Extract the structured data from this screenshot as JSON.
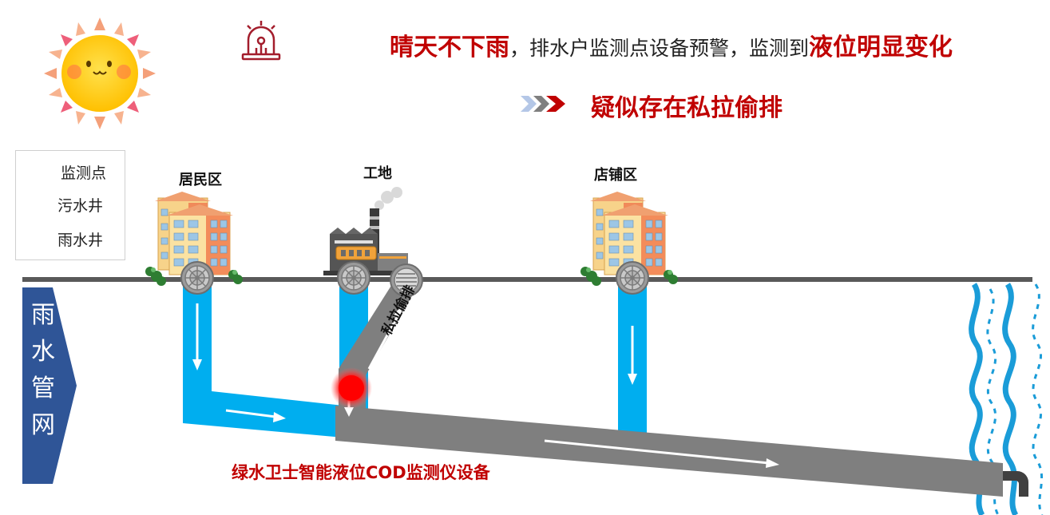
{
  "headline": {
    "part1": "晴天不下雨",
    "part2": "，排水户监测点设备预警，监测到",
    "part3": "液位明显变化"
  },
  "subline": "疑似存在私拉偷排",
  "legend": {
    "monitor_point": "监测点",
    "sewage_well": "污水井",
    "rain_well": "雨水井"
  },
  "areas": {
    "residential": "居民区",
    "construction": "工地",
    "shops": "店铺区"
  },
  "pipe_banner": [
    "雨",
    "水",
    "管",
    "网"
  ],
  "illegal_discharge": "私拉偷排",
  "device_label": "绿水卫士智能液位COD监测仪设备",
  "colors": {
    "accent_red": "#c00000",
    "water_blue": "#00aeef",
    "pipe_gray": "#7f7f7f",
    "banner_blue": "#2f5597",
    "alert_red": "#ff0000"
  },
  "icons": [
    "sun-icon",
    "alarm-light-icon",
    "chevron-arrows-icon",
    "building-icon",
    "factory-icon",
    "manhole-icon",
    "river-icon",
    "outfall-pipe-icon"
  ]
}
